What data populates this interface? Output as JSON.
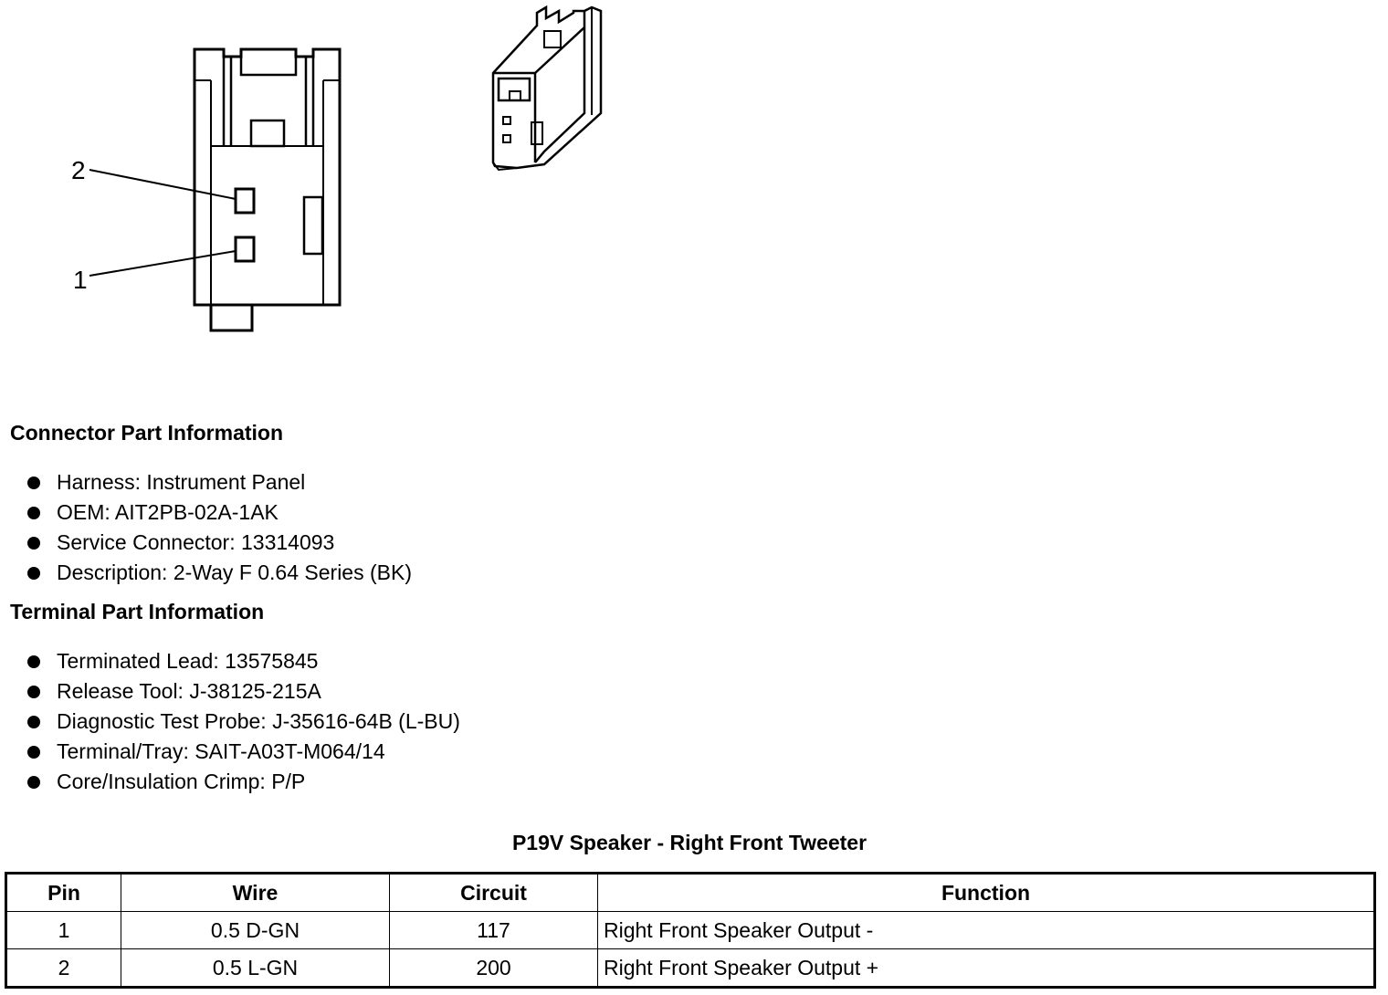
{
  "connector_drawing": {
    "pin_labels": [
      "2",
      "1"
    ]
  },
  "connector_info": {
    "heading": "Connector Part Information",
    "items": [
      "Harness: Instrument Panel",
      "OEM: AIT2PB-02A-1AK",
      "Service Connector: 13314093",
      "Description: 2-Way F 0.64 Series (BK)"
    ]
  },
  "terminal_info": {
    "heading": "Terminal Part Information",
    "items": [
      "Terminated Lead: 13575845",
      "Release Tool: J-38125-215A",
      "Diagnostic Test Probe: J-35616-64B (L-BU)",
      "Terminal/Tray: SAIT-A03T-M064/14",
      "Core/Insulation Crimp: P/P"
    ]
  },
  "pin_table": {
    "title": "P19V Speaker - Right Front Tweeter",
    "headers": [
      "Pin",
      "Wire",
      "Circuit",
      "Function"
    ],
    "rows": [
      [
        "1",
        "0.5 D-GN",
        "117",
        "Right Front Speaker Output -"
      ],
      [
        "2",
        "0.5 L-GN",
        "200",
        "Right Front Speaker Output +"
      ]
    ]
  }
}
